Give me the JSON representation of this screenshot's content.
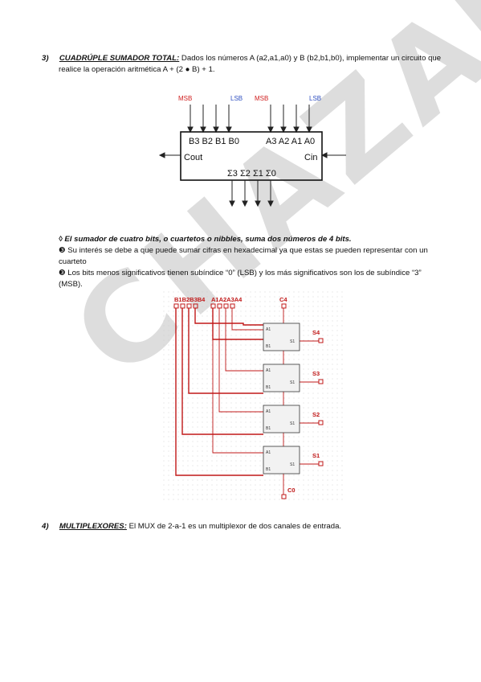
{
  "q3": {
    "number": "3)",
    "title": "CUADRÚPLE SUMADOR TOTAL:",
    "text_line1": " Dados los números A (a2,a1,a0) y B (b2,b1,b0), implementar un circuito que",
    "text_line2": "realice la operación aritmética A + (2 ● B) + 1."
  },
  "block_diagram": {
    "msb_left": "MSB",
    "lsb_left": "LSB",
    "msb_right": "MSB",
    "lsb_right": "LSB",
    "b_inputs": "B3 B2 B1 B0",
    "a_inputs": "A3 A2 A1 A0",
    "cout": "Cout",
    "cin": "Cin",
    "sums": "Σ3 Σ2 Σ1 Σ0",
    "label_color": "#d02020",
    "lsb_color": "#3050c0"
  },
  "notes": {
    "line1": "◊ El sumador de cuatro bits, o cuartetos o nibbles, suma dos números de 4 bits.",
    "line2": "❸ Su interés se debe a que puede sumar cifras en hexadecimal ya que estas se pueden representar con un",
    "line3": "cuarteto",
    "line4": "❸ Los bits menos significativos tienen subíndice “0” (LSB) y los más significativos son los de subíndice “3”",
    "line5": "(MSB)."
  },
  "circuit": {
    "b_label": "B1B2B3B4",
    "a_label": "A1A2A3A4",
    "c_in_label": "C4",
    "c_out_label": "C0",
    "outputs": [
      "S4",
      "S3",
      "S2",
      "S1"
    ],
    "wire_color": "#c01818"
  },
  "q4": {
    "number": "4)",
    "title": "MULTIPLEXORES:",
    "text": " El MUX de 2-a-1 es un multiplexor de dos canales de entrada."
  },
  "watermark": "CHAZAU"
}
